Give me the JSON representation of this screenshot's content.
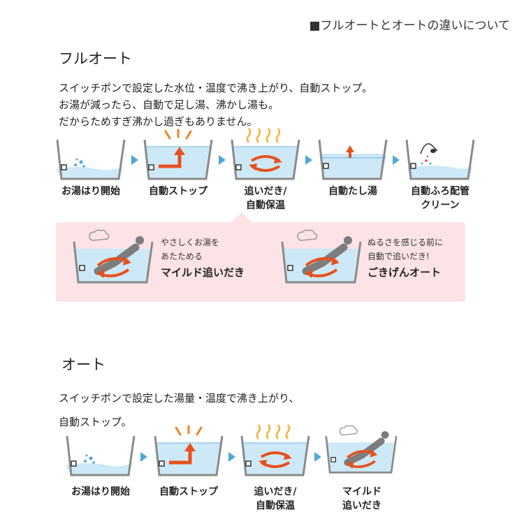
{
  "header": {
    "title": "■フルオートとオートの違いについて"
  },
  "full_auto": {
    "title": "フルオート",
    "desc_lines": [
      "スイッチポンで設定した水位・温度で沸き上がり、自動ストップ。",
      "お湯が減ったら、自動で足し湯、沸かし湯も。",
      "だからためすぎ沸かし過ぎもありません。"
    ],
    "steps": [
      {
        "label_lines": [
          "お湯はり開始"
        ],
        "icon": "filling-tub-icon"
      },
      {
        "label_lines": [
          "自動ストップ"
        ],
        "icon": "auto-stop-tub-icon"
      },
      {
        "label_lines": [
          "追いだき/",
          "自動保温"
        ],
        "icon": "reheat-tub-icon"
      },
      {
        "label_lines": [
          "自動たし湯"
        ],
        "icon": "add-water-tub-icon"
      },
      {
        "label_lines": [
          "自動ふろ配管",
          "クリーン"
        ],
        "icon": "pipe-clean-tub-icon"
      }
    ],
    "modes": [
      {
        "small_lines": [
          "やさしくお湯を",
          "あたためる"
        ],
        "big": "マイルド追いだき",
        "icon": "mild-reheat-tub-icon"
      },
      {
        "small_lines": [
          "ぬるさを感じる前に",
          "自動で追いだき!"
        ],
        "big": "ごきげんオート",
        "icon": "gokigen-auto-tub-icon"
      }
    ]
  },
  "auto": {
    "title": "オート",
    "desc_lines": [
      "スイッチポンで設定した湯量・温度で沸き上がり、",
      "自動ストップ。"
    ],
    "steps": [
      {
        "label_lines": [
          "お湯はり開始"
        ],
        "icon": "filling-tub-icon"
      },
      {
        "label_lines": [
          "自動ストップ"
        ],
        "icon": "auto-stop-tub-icon"
      },
      {
        "label_lines": [
          "追いだき/",
          "自動保温"
        ],
        "icon": "reheat-tub-icon"
      },
      {
        "label_lines": [
          "マイルド",
          "追いだき"
        ],
        "icon": "mild-reheat-tub-icon"
      }
    ]
  },
  "colors": {
    "water": "#cde9f7",
    "water_top": "#a9d6ef",
    "tub_line": "#8a8a8a",
    "arrow_orange": "#e8501e",
    "rays_orange": "#f0842a",
    "steam_yellow": "#f4b43a",
    "step_arrow": "#4fa8d8",
    "pink_bg": "#fbe3e6",
    "person_gray": "#7d7d7d"
  }
}
